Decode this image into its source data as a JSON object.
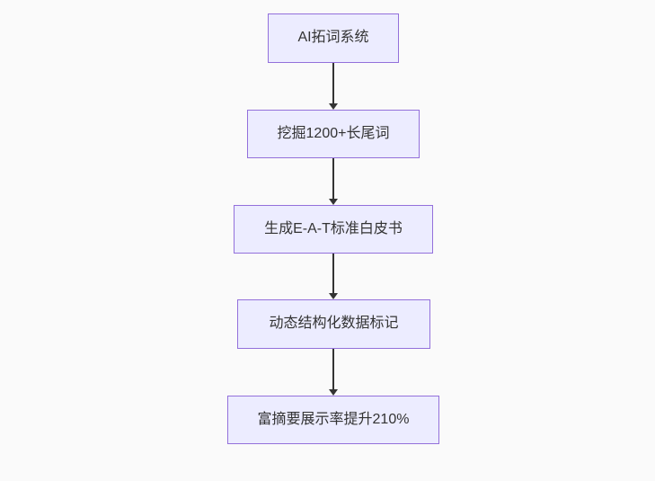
{
  "diagram": {
    "type": "flowchart",
    "direction": "top-to-bottom",
    "nodes": [
      {
        "label": "AI拓词系统"
      },
      {
        "label": "挖掘1200+长尾词"
      },
      {
        "label": "生成E-A-T标准白皮书"
      },
      {
        "label": "动态结构化数据标记"
      },
      {
        "label": "富摘要展示率提升210%"
      }
    ],
    "edges": [
      {
        "from": 0,
        "to": 1,
        "arrow": "down"
      },
      {
        "from": 1,
        "to": 2,
        "arrow": "down"
      },
      {
        "from": 2,
        "to": 3,
        "arrow": "down"
      },
      {
        "from": 3,
        "to": 4,
        "arrow": "down"
      }
    ],
    "colors": {
      "background": "#fafafa",
      "node_fill": "#ececff",
      "node_border": "#9370db",
      "node_text": "#333333",
      "arrow": "#333333"
    }
  }
}
